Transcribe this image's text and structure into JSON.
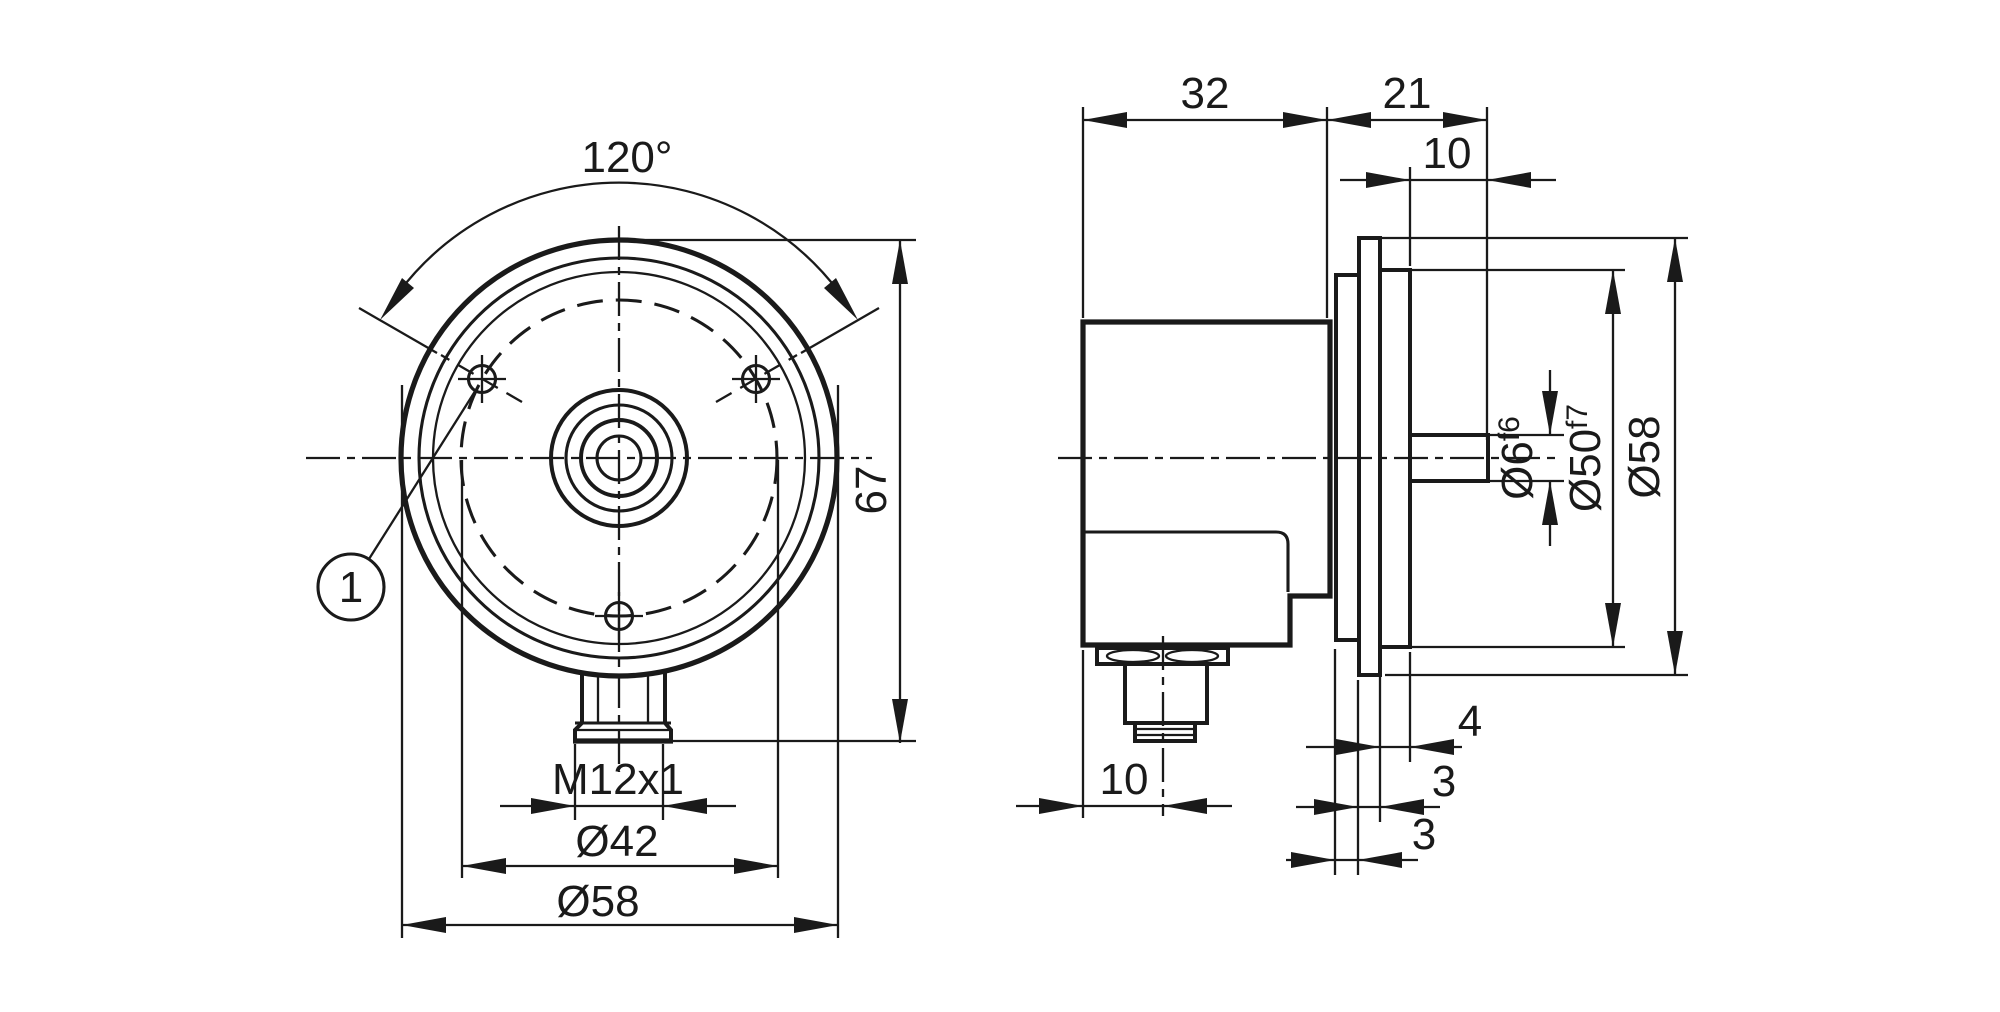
{
  "drawing": {
    "colors": {
      "ink": "#1a1a1a",
      "paper": "#ffffff"
    },
    "front_view": {
      "mount_angle": "120°",
      "balloon": "1",
      "overall_height": "67",
      "connector_thread": "M12x1",
      "bolt_circle_dia": "Ø42",
      "outer_dia": "Ø58"
    },
    "side_view": {
      "housing_depth": "32",
      "flange_depth": "21",
      "shaft_length": "10",
      "shaft_dia": "Ø6",
      "shaft_fit": "f6",
      "collar_dia": "Ø50",
      "collar_fit": "f7",
      "flange_dia": "Ø58",
      "collar_width": "4",
      "ring_width": "3",
      "plate_width": "3",
      "connector_offset": "10"
    }
  }
}
